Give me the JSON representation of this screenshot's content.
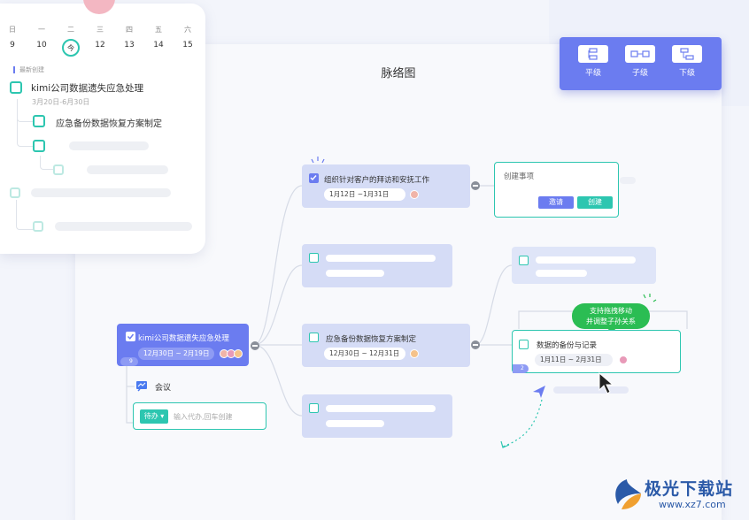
{
  "panel": {
    "title": "脉络图"
  },
  "toolbar": {
    "items": [
      {
        "label": "平级",
        "icon": "sibling-node-icon"
      },
      {
        "label": "子级",
        "icon": "child-node-icon"
      },
      {
        "label": "下级",
        "icon": "lower-level-icon"
      }
    ]
  },
  "calendar": {
    "weekdays": [
      "日",
      "一",
      "二",
      "三",
      "四",
      "五",
      "六"
    ],
    "dates": [
      "9",
      "10",
      "今",
      "12",
      "13",
      "14",
      "15"
    ],
    "section_label": "最新创建",
    "task_title": "kimi公司数据遗失应急处理",
    "task_dates": "3月20日-6月30日",
    "subtask": "应急备份数据恢复方案制定"
  },
  "mindmap": {
    "root": {
      "title": "kimi公司数据遗失应急处理",
      "dates": "12月30日 ~ 2月19日",
      "count": "9"
    },
    "node1": {
      "title": "组织针对客户的拜访和安抚工作",
      "dates": "1月12日 ~1月31日"
    },
    "node3": {
      "title": "应急备份数据恢复方案制定",
      "dates": "12月30日 ~ 12月31日"
    },
    "create": {
      "title": "创建事项",
      "invite": "邀请",
      "create": "创建"
    },
    "selected": {
      "title": "数据的备份与记录",
      "dates": "1月11日 ~ 2月31日",
      "count": "2"
    },
    "tip": {
      "line1": "支持拖拽移动",
      "line2": "并调整子孙关系"
    },
    "meeting": "会议",
    "todo": {
      "button": "待办",
      "placeholder": "输入代办,回车创建"
    }
  },
  "watermark": {
    "name": "极光下载站",
    "url": "www.xz7.com"
  },
  "colors": {
    "accent": "#6b7cf0",
    "teal": "#2dc6b0",
    "node": "#d5dcf6",
    "green": "#2bbd53"
  }
}
